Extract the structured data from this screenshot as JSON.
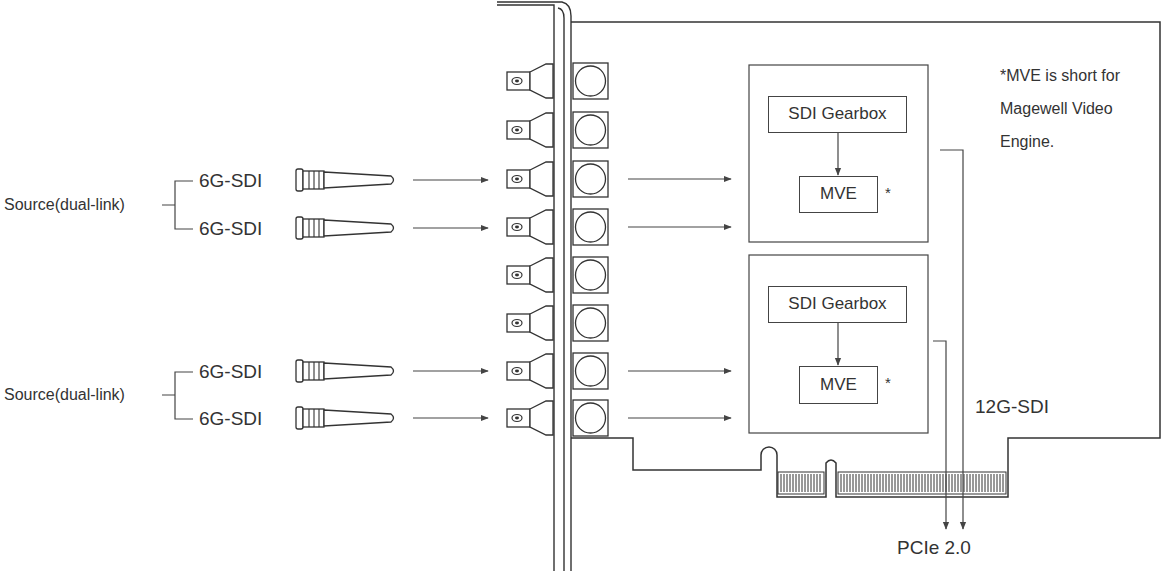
{
  "diagram": {
    "nodes": [
      {
        "text": [
          "SDI Gearbox"
        ]
      },
      {
        "text": [
          "MVE",
          "*"
        ]
      },
      {
        "text": [
          "SDI Gearbox"
        ]
      },
      {
        "text": [
          "MVE",
          "*"
        ]
      }
    ],
    "edges": [
      {
        "from": 0,
        "to": 1,
        "arrow": "to"
      },
      {
        "from": 2,
        "to": 3,
        "arrow": "to"
      }
    ],
    "labels": [
      "Source(dual-link)",
      "6G-SDI",
      "6G-SDI",
      "Source(dual-link)",
      "6G-SDI",
      "6G-SDI",
      "*MVE is short for Magewell Video Engine.",
      "12G-SDI",
      "PCIe 2.0"
    ]
  }
}
